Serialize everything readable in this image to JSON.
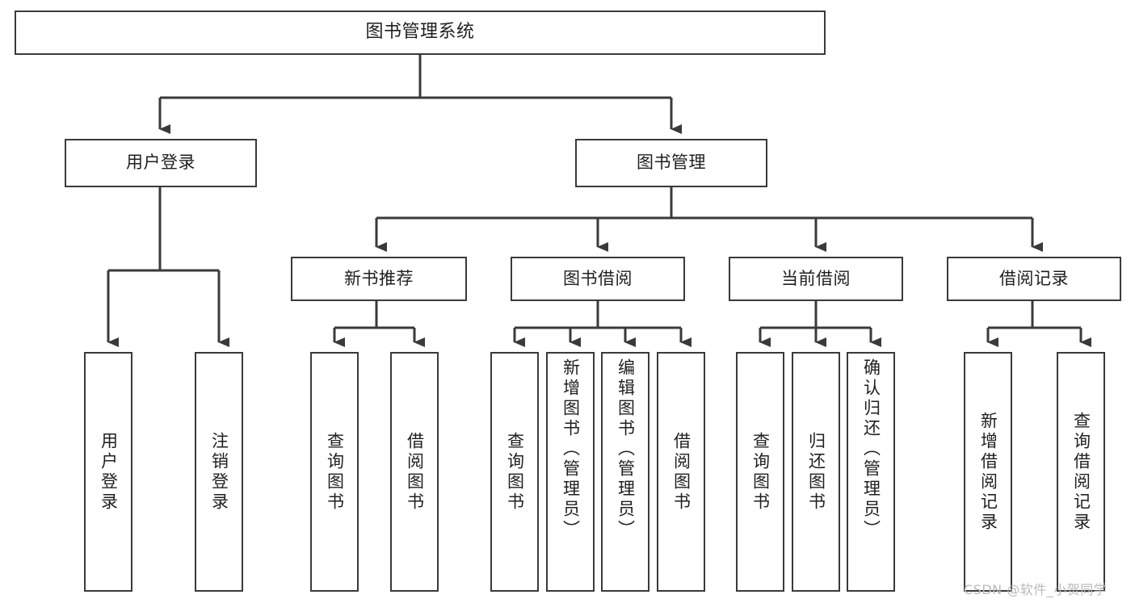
{
  "diagram": {
    "title": "图书管理系统",
    "type": "tree",
    "colors": {
      "node_border": "#3a3a3a",
      "node_fill": "#ffffff",
      "edge": "#3a3a3a",
      "text": "#1f1f1f",
      "watermark": "#b9b9b9",
      "background": "#ffffff"
    },
    "watermark": "CSDN @软件_小贺同学",
    "nodes": {
      "root": "图书管理系统",
      "level2": {
        "user_login": "用户登录",
        "book_manage": "图书管理"
      },
      "level3": {
        "new_book_rec": "新书推荐",
        "book_borrow": "图书借阅",
        "current_borrow": "当前借阅",
        "borrow_record": "借阅记录"
      },
      "leaves": {
        "user_login_children": [
          "用户登录",
          "注销登录"
        ],
        "new_book_rec_children": [
          "查询图书",
          "借阅图书"
        ],
        "book_borrow_children": [
          "查询图书",
          "新增图书（管理员）",
          "编辑图书（管理员）",
          "借阅图书"
        ],
        "current_borrow_children": [
          "查询图书",
          "归还图书",
          "确认归还（管理员）"
        ],
        "borrow_record_children": [
          "新增借阅记录",
          "查询借阅记录"
        ]
      }
    }
  }
}
